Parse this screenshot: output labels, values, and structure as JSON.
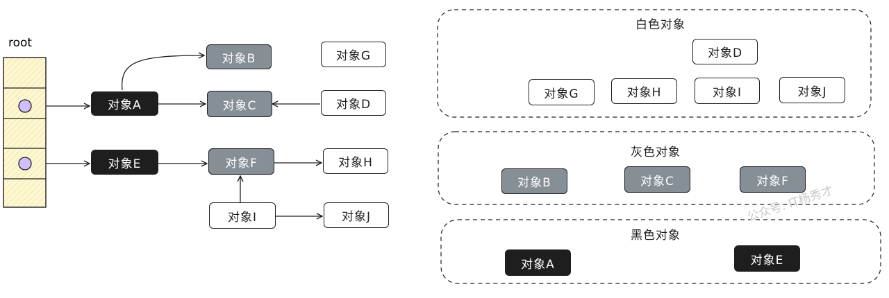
{
  "root": {
    "label": "root"
  },
  "graph_nodes": {
    "A": "对象A",
    "B": "对象B",
    "C": "对象C",
    "D": "对象D",
    "E": "对象E",
    "F": "对象F",
    "G": "对象G",
    "H": "对象H",
    "I": "对象I",
    "J": "对象J"
  },
  "groups": {
    "white": {
      "title": "白色对象",
      "items": [
        "对象D",
        "对象G",
        "对象H",
        "对象I",
        "对象J"
      ]
    },
    "gray": {
      "title": "灰色对象",
      "items": [
        "对象B",
        "对象C",
        "对象F"
      ]
    },
    "black": {
      "title": "黑色对象",
      "items": [
        "对象A",
        "对象E"
      ]
    }
  },
  "watermark": "公众号: IT杨秀才",
  "colors": {
    "white": "#ffffff",
    "gray": "#868e96",
    "black": "#1e1e1e",
    "root_stack": "#fdf7d2",
    "root_dot": "#d0bfff"
  }
}
